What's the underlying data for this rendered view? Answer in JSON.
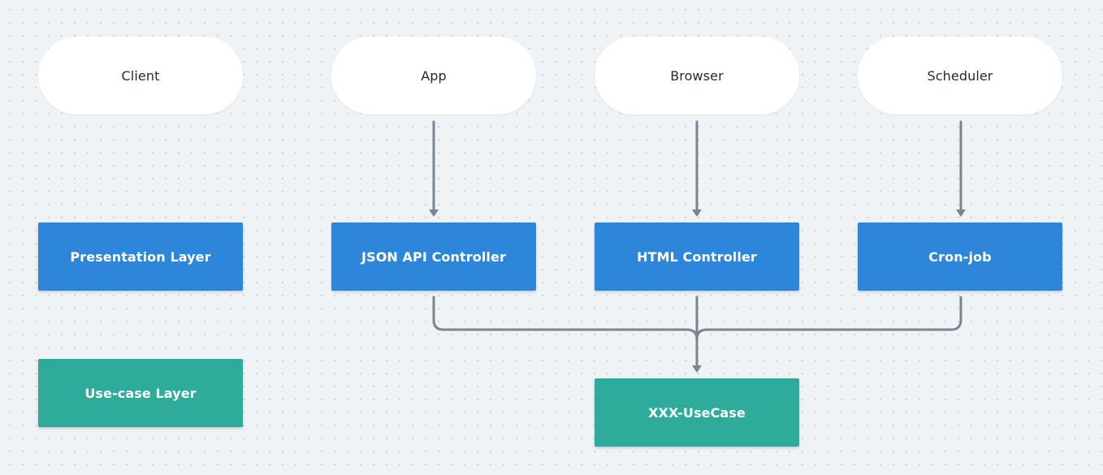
{
  "nodes": {
    "client": "Client",
    "app": "App",
    "browser": "Browser",
    "scheduler": "Scheduler",
    "presentation_layer": "Presentation Layer",
    "json_api_controller": "JSON API Controller",
    "html_controller": "HTML Controller",
    "cron_job": "Cron-job",
    "usecase_layer": "Use-case Layer",
    "xxx_usecase": "XXX-UseCase"
  },
  "colors": {
    "background": "#eff3f6",
    "presentation": "#2d86d9",
    "usecase": "#2eab9b",
    "edge": "#7a8593",
    "pill": "#ffffff"
  }
}
